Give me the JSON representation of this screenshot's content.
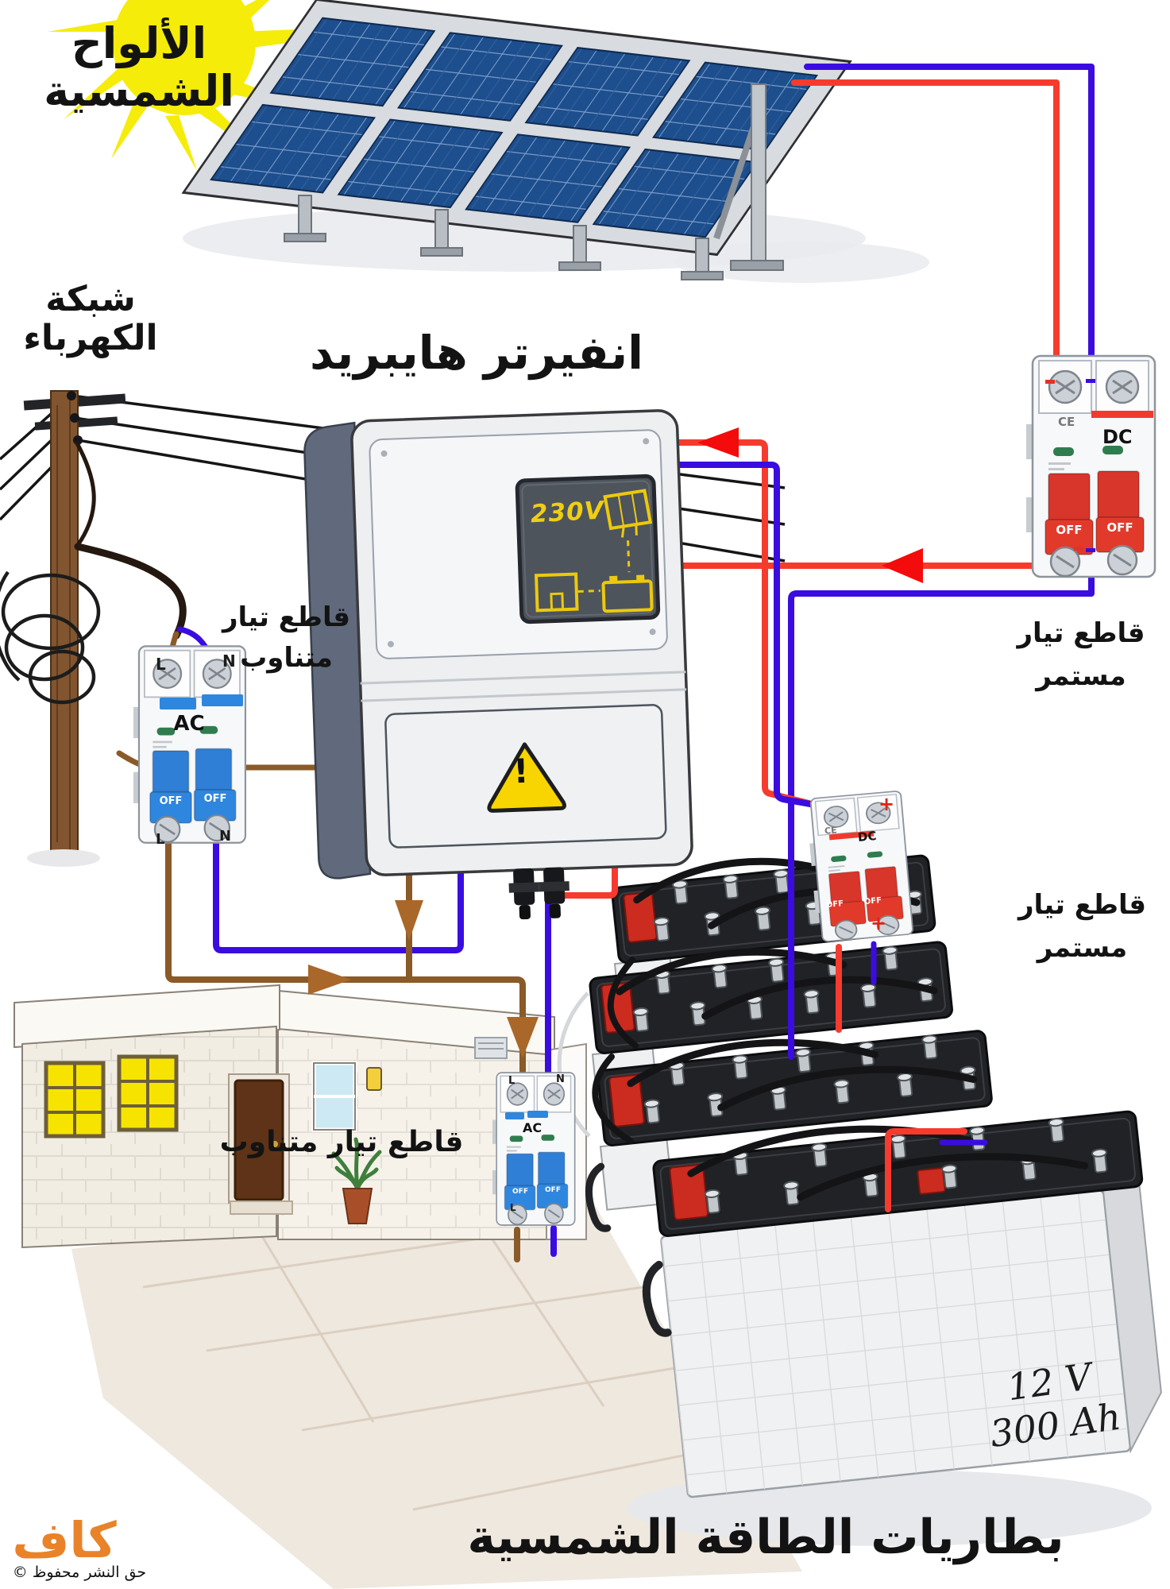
{
  "headings": {
    "solar_panels_line1": "الألواح",
    "solar_panels_line2": "الشمسية",
    "grid_line1": "شبكة",
    "grid_line2": "الكهرباء",
    "inverter_title": "انفيرتر هايبريد",
    "batteries_title": "بطاريات الطاقة الشمسية"
  },
  "breaker_labels": {
    "ac_left_line1": "قاطع تيار",
    "ac_left_line2": "متناوب",
    "ac_bottom": "قاطع تيار متناوب",
    "dc_top_line1": "قاطع تيار",
    "dc_top_line2": "مستمر",
    "dc_mid_line1": "قاطع تيار",
    "dc_mid_line2": "مستمر"
  },
  "devices": {
    "ac": "AC",
    "dc": "DC",
    "ce": "CE",
    "off": "OFF",
    "line": "L",
    "neutral": "N",
    "plus": "+",
    "warning": "!"
  },
  "inverter_display": {
    "voltage": "230V"
  },
  "battery_spec": {
    "voltage": "12 V",
    "capacity": "300 Ah"
  },
  "watermark": {
    "logo": "كاف",
    "copyright": "حق النشر محفوظ ©"
  },
  "colors": {
    "wire_dc_positive": "#f63b2e",
    "wire_dc_negative": "#3a0ce0",
    "wire_ac_live": "#8a5a28",
    "panel_blue": "#1d4e8d",
    "sun_yellow": "#f5ec0a",
    "logo_orange": "#e8832a",
    "display_yellow": "#f0ce12",
    "breaker_dc_toggle": "#d8352b",
    "breaker_ac_toggle": "#2e86de"
  }
}
